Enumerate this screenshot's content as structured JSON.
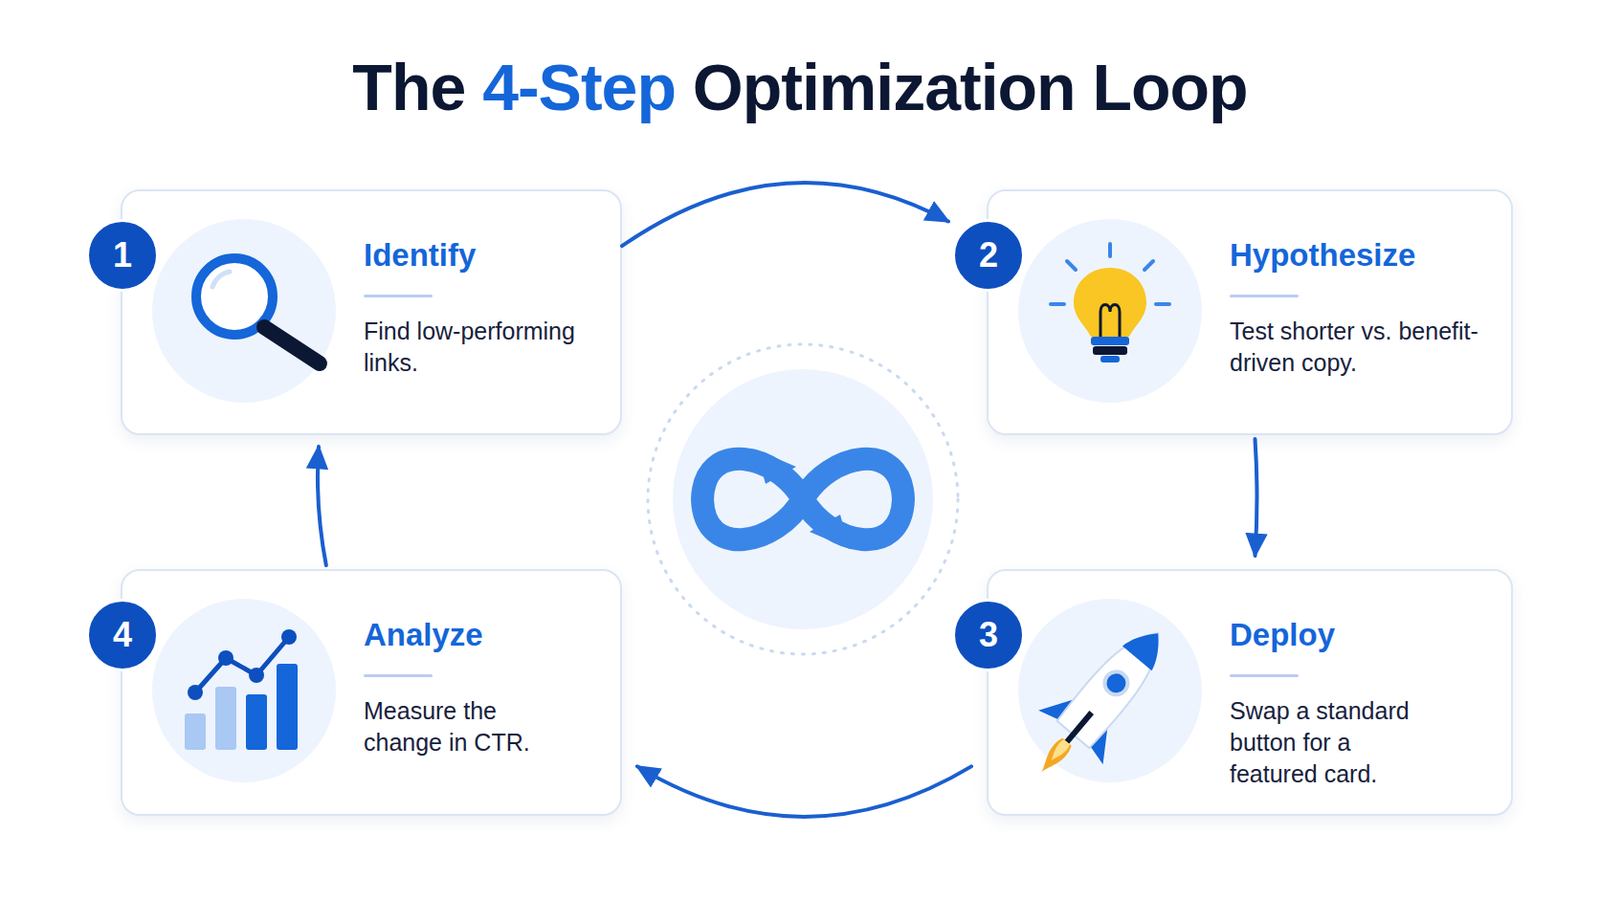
{
  "diagram": {
    "title": "The 4-Step Optimization Loop",
    "nodes": [
      {
        "text": [
          "1",
          "Identify",
          "Find low-performing links."
        ]
      },
      {
        "text": [
          "2",
          "Hypothesize",
          "Test shorter vs. benefit-driven copy."
        ]
      },
      {
        "text": [
          "3",
          "Deploy",
          "Swap a standard button for a featured card."
        ]
      },
      {
        "text": [
          "4",
          "Analyze",
          "Measure the change in CTR."
        ]
      }
    ],
    "edges": [
      {
        "from": 0,
        "to": 1,
        "arrow": "to"
      },
      {
        "from": 1,
        "to": 2,
        "arrow": "to"
      },
      {
        "from": 2,
        "to": 3,
        "arrow": "to"
      },
      {
        "from": 3,
        "to": 0,
        "arrow": "to"
      }
    ]
  }
}
